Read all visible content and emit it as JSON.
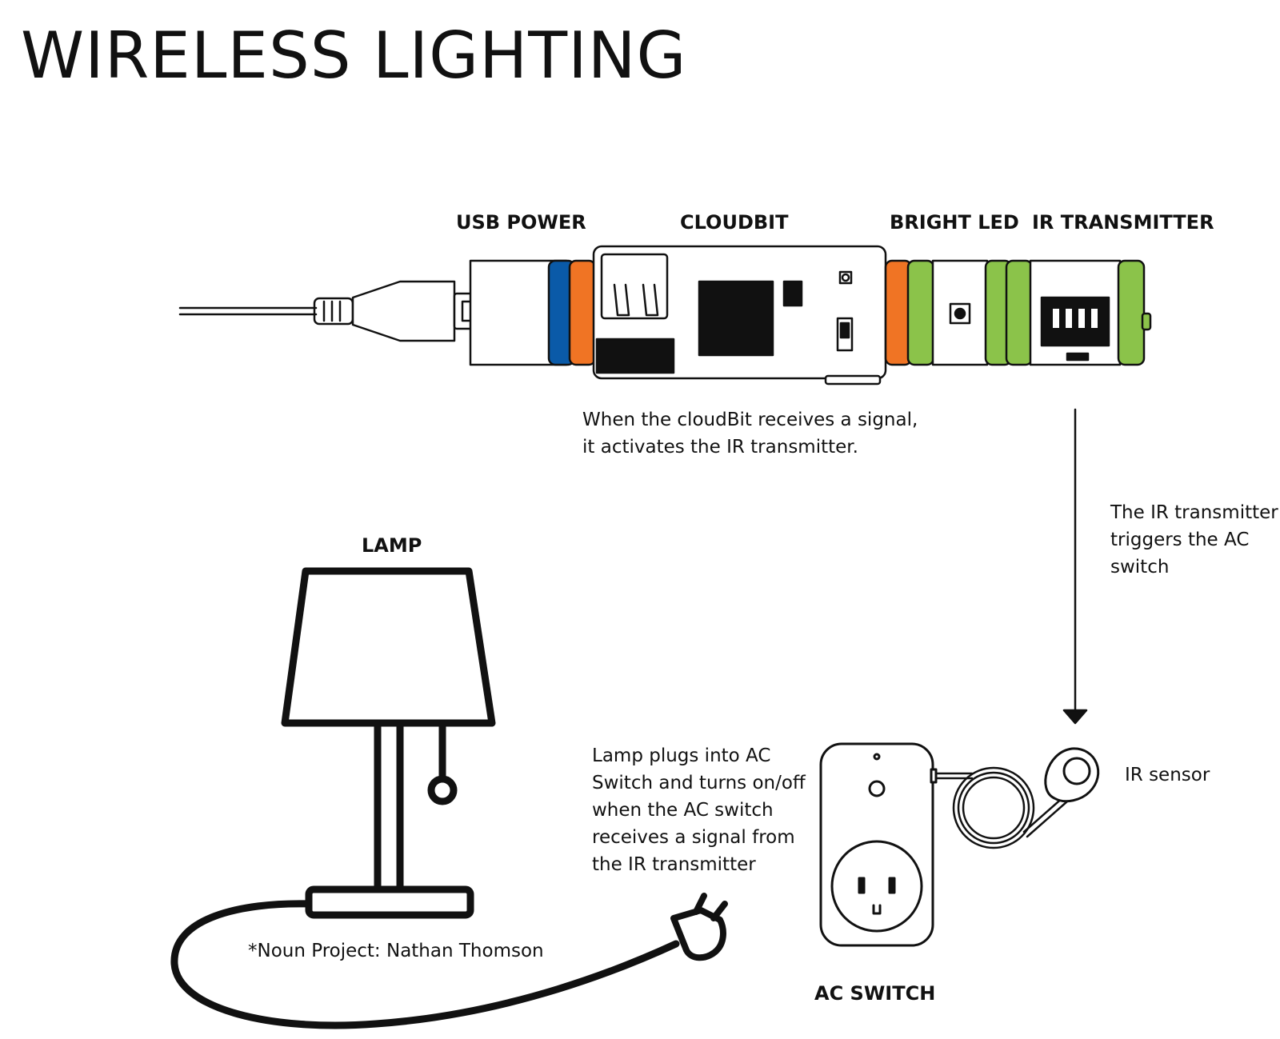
{
  "title": "WIRELESS LIGHTING",
  "labels": {
    "usb_power": "USB POWER",
    "cloudbit": "CLOUDBIT",
    "bright_led": "BRIGHT LED",
    "ir_transmitter": "IR TRANSMITTER",
    "lamp": "LAMP",
    "ac_switch": "AC SWITCH"
  },
  "notes": {
    "cloudbit": "When the cloudBit receives a signal,\nit activates the IR transmitter.",
    "ir_trigger": "The IR transmitter\ntriggers the AC\nswitch",
    "lamp_plug": "Lamp plugs into AC\nSwitch and turns on/off\nwhen the AC switch\nreceives a signal from\nthe IR transmitter",
    "ir_sensor": "IR sensor",
    "credit": "*Noun Project: Nathan Thomson"
  },
  "colors": {
    "power_blue": "#0a5aa8",
    "output_orange": "#f07424",
    "input_green": "#8bc34a",
    "outline": "#111111"
  }
}
